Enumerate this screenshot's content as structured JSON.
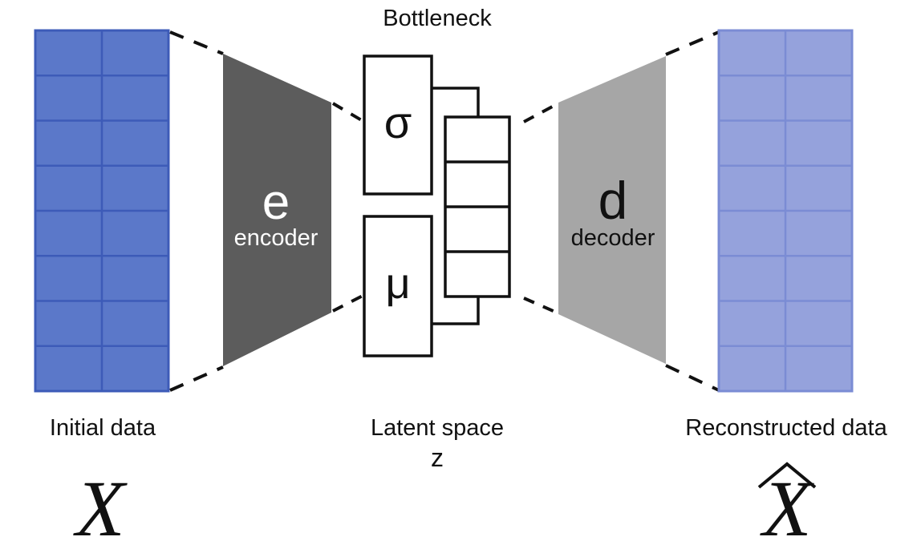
{
  "title": "Bottleneck",
  "input": {
    "label": "Initial data",
    "symbol": "X",
    "color": "#5b78c9",
    "grid_line_color": "#3d5bb8",
    "rows": 8,
    "cols": 2
  },
  "encoder": {
    "letter": "e",
    "label": "encoder",
    "color": "#5c5c5c"
  },
  "latent": {
    "sigma_symbol": "σ",
    "mu_symbol": "μ",
    "label": "Latent space",
    "symbol": "z",
    "cells": 4
  },
  "decoder": {
    "letter": "d",
    "label": "decoder",
    "color": "#a6a6a6"
  },
  "output": {
    "label": "Reconstructed data",
    "symbol": "X",
    "hat": "^",
    "color": "#95a2dc",
    "grid_line_color": "#7b8cd4",
    "rows": 8,
    "cols": 2
  }
}
